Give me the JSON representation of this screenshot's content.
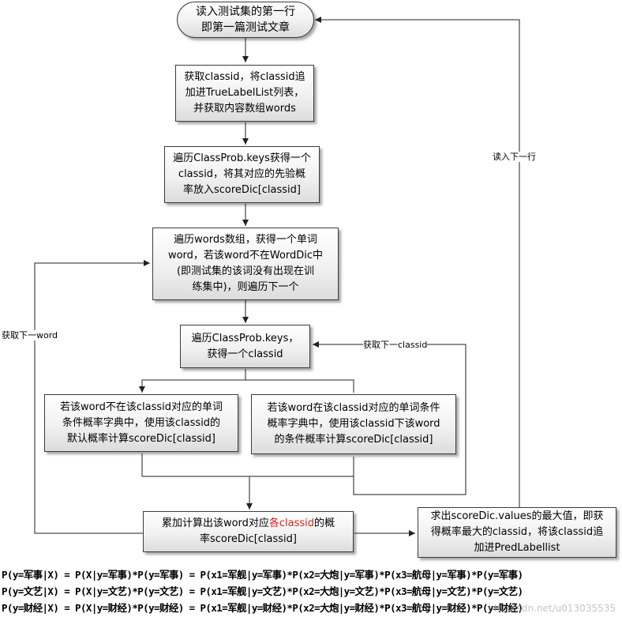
{
  "nodes": {
    "start": "读入测试集的第一行\n即第一篇测试文章",
    "get_classid": "获取classid，将classid追\n加进TrueLabelList列表，\n并获取内容数组words",
    "iter_classprob": "遍历ClassProb.keys获得一个\nclassid，将其对应的先验概\n率放入scoreDic[classid]",
    "iter_words": "遍历words数组，获得一个单词\nword，若该word不在WordDic中\n(即测试集的该词没有出现在训\n练集中)，则遍历下一个",
    "iter_classprob2": "遍历ClassProb.keys，\n获得一个classid",
    "not_in_dict": "若该word不在该classid对应的单词\n条件概率字典中，使用该classid的\n默认概率计算scoreDic[classid]",
    "in_dict": "若该word在该classid对应的单词条件\n概率字典中，使用该classid下该word\n的条件概率计算scoreDic[classid]",
    "accumulate_pre": "累加计算出该word对应",
    "accumulate_red": "各classid",
    "accumulate_post": "的概\n率scoreDic[classid]",
    "max_value": "求出scoreDic.values的最大值，即获\n得概率最大的classid，将该classid追\n加进PredLabellist"
  },
  "edge_labels": {
    "next_line": "读入下一行",
    "next_word": "获取下一word",
    "next_classid": "获取下一classid"
  },
  "formulas": [
    "P(y=军事|X) = P(X|y=军事)*P(y=军事) = P(x1=军舰|y=军事)*P(x2=大炮|y=军事)*P(x3=航母|y=军事)*P(y=军事)",
    "P(y=文艺|X) = P(X|y=文艺)*P(y=文艺) = P(x1=军舰|y=文艺)*P(x2=大炮|y=文艺)*P(x3=航母|y=文艺)*P(y=文艺)",
    "P(y=财经|X) = P(X|y=财经)*P(y=财经) = P(x1=军舰|y=财经)*P(x2=大炮|y=财经)*P(x3=航母|y=财经)*P(y=财经)"
  ],
  "watermark": "blog.csdn.net/u013035535"
}
